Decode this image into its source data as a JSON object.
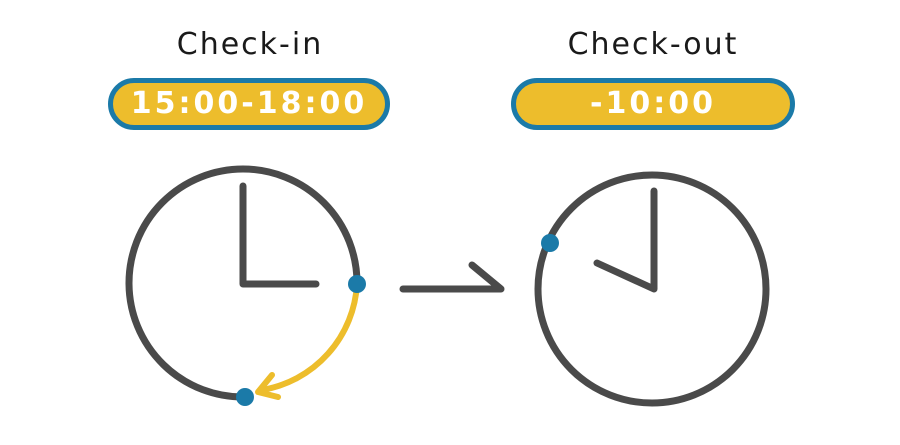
{
  "checkin": {
    "label": "Check-in",
    "time": "15:00-18:00"
  },
  "checkout": {
    "label": "Check-out",
    "time": "-10:00"
  },
  "colors": {
    "accent_yellow": "#edbd2c",
    "accent_blue": "#1b7aa8",
    "clock_gray": "#4a4a4a"
  }
}
